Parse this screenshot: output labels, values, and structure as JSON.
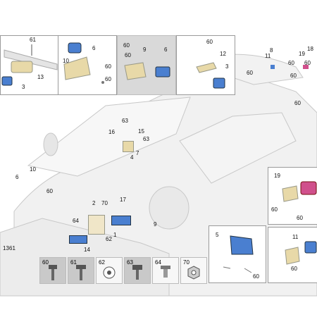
{
  "labels": {
    "p1": [
      "61",
      "13",
      "3"
    ],
    "p2": [
      "6",
      "10",
      "60",
      "60"
    ],
    "p3": [
      "60",
      "9",
      "6",
      "60"
    ],
    "p4": [
      "60",
      "12",
      "3"
    ],
    "top_right": [
      "11",
      "8",
      "60",
      "19",
      "18",
      "60",
      "60",
      "60",
      "60"
    ],
    "car": [
      "63",
      "16",
      "15",
      "63",
      "4",
      "7",
      "10",
      "6",
      "60",
      "2",
      "70",
      "17",
      "64",
      "1",
      "62",
      "14",
      "9",
      "13",
      "61"
    ],
    "p5": [
      "19",
      "60",
      "60"
    ],
    "p6": [
      "5",
      "60"
    ],
    "p7": [
      "11",
      "60"
    ]
  },
  "fasteners": [
    "60",
    "61",
    "62",
    "63",
    "64",
    "70"
  ],
  "colors": {
    "blue_part": "#4a7fd0",
    "yellow_bracket": "#e8d9a8",
    "magenta_part": "#d0508c",
    "panel_grey": "#d9d9d9"
  }
}
